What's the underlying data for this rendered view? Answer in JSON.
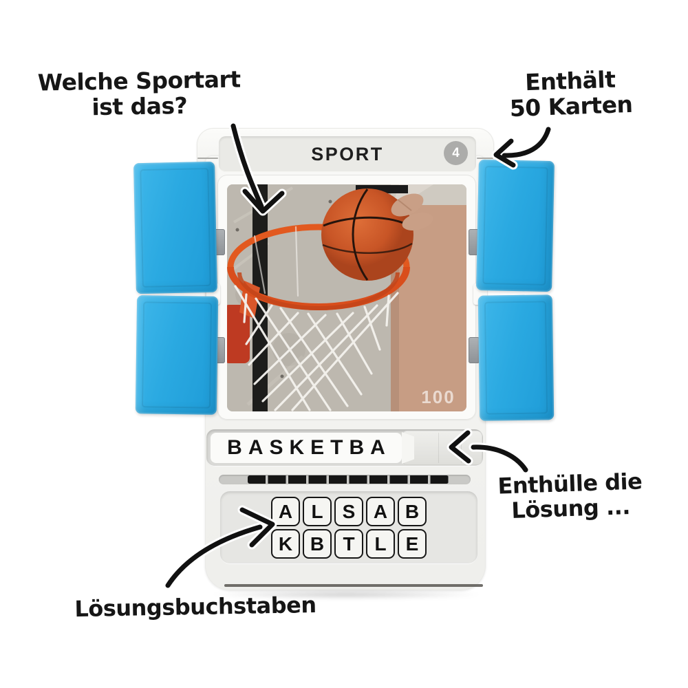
{
  "annotations": {
    "question_line1": "Welche Sportart",
    "question_line2": "ist das?",
    "contains_line1": "Enthält",
    "contains_line2": "50 Karten",
    "reveal_line1": "Enthülle die",
    "reveal_line2": "Lösung ...",
    "letters_label": "Lösungsbuchstaben"
  },
  "device": {
    "category_label": "SPORT",
    "card_count_badge": "4",
    "answer_revealed": "BASKETBA",
    "photo_watermark": "100",
    "letter_tiles": {
      "row1": [
        "A",
        "L",
        "S",
        "A",
        "B"
      ],
      "row2": [
        "K",
        "B",
        "T",
        "L",
        "E"
      ]
    },
    "colors": {
      "door_blue": "#2AA9E1",
      "rim_orange": "#DE5522",
      "ball_orange": "#C85526",
      "badge_gray": "#ACACAA"
    }
  }
}
